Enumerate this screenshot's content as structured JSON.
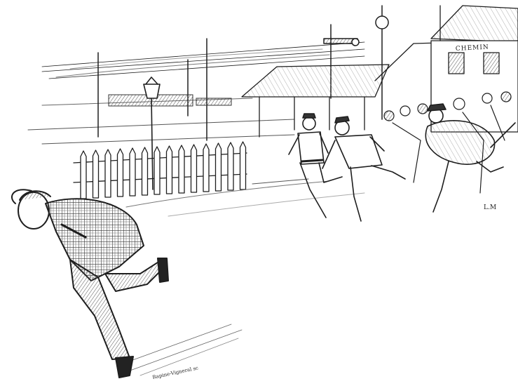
{
  "illustration": {
    "station_sign_text": "CHEMIN",
    "artist_signature": "L.M",
    "engraver_signature": "Rapine-Vigneral sc",
    "colors": {
      "paper": "#ffffff",
      "ink": "#1e1e1e",
      "shade": "#8c8c8c"
    }
  }
}
